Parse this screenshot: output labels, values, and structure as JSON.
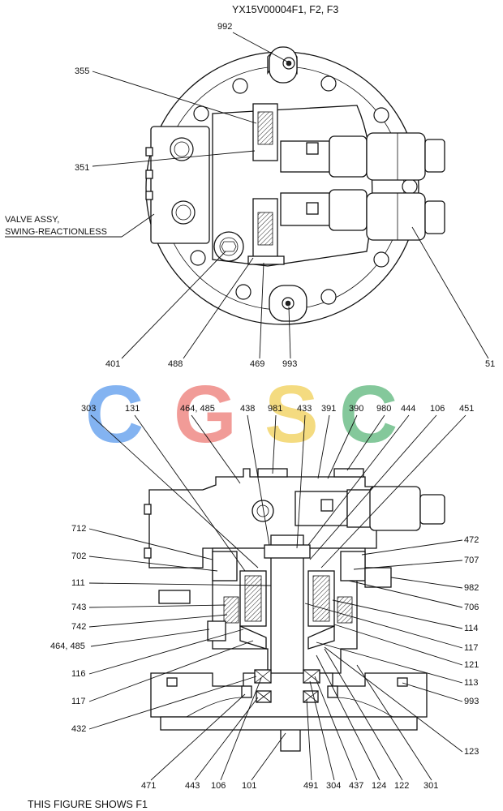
{
  "title": "YX15V00004F1, F2, F3",
  "footer": "THIS FIGURE SHOWS  F1",
  "valve_note_line1": "VALVE ASSY,",
  "valve_note_line2": "SWING-REACTIONLESS",
  "watermark": "CGSC",
  "watermark_colors": [
    "#6ea6ef",
    "#ef8a86",
    "#f3d56a",
    "#6fbf8a"
  ],
  "labels": {
    "l992": "992",
    "l355": "355",
    "l351": "351",
    "l401": "401",
    "l488": "488",
    "l469": "469",
    "l993a": "993",
    "l51": "51",
    "l303": "303",
    "l131": "131",
    "l464_485a": "464, 485",
    "l438": "438",
    "l981": "981",
    "l433": "433",
    "l391": "391",
    "l390": "390",
    "l980": "980",
    "l444": "444",
    "l106a": "106",
    "l451": "451",
    "l712": "712",
    "l702": "702",
    "l111": "111",
    "l743": "743",
    "l742": "742",
    "l464_485b": "464, 485",
    "l116": "116",
    "l117a": "117",
    "l432": "432",
    "l472": "472",
    "l707": "707",
    "l982": "982",
    "l706": "706",
    "l114": "114",
    "l117b": "117",
    "l121": "121",
    "l113": "113",
    "l993b": "993",
    "l123": "123",
    "l471": "471",
    "l443": "443",
    "l106b": "106",
    "l101": "101",
    "l491": "491",
    "l304": "304",
    "l437": "437",
    "l124": "124",
    "l122": "122",
    "l301": "301"
  }
}
